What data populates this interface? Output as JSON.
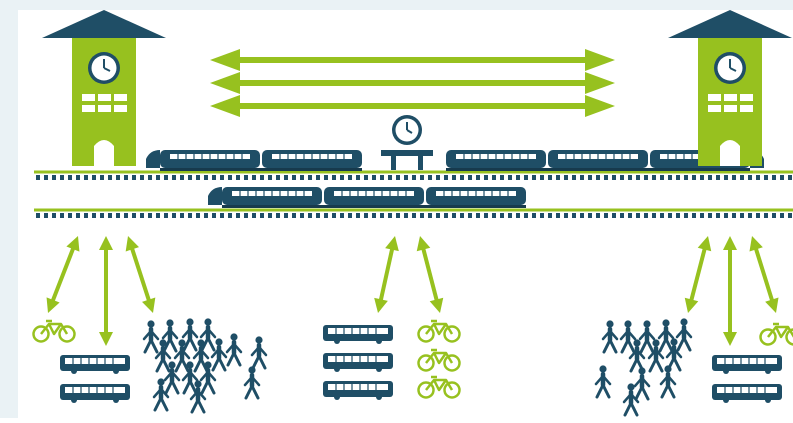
{
  "colors": {
    "background": "#ffffff",
    "edge_tint": "#eaf2f5",
    "lime": "#97c11f",
    "navy": "#1f4e66",
    "dark_navy": "#173a4d",
    "window": "#ffffff"
  },
  "diagram": {
    "left_station": {
      "icon": "station-building-icon",
      "has_clock": true
    },
    "right_station": {
      "icon": "station-building-icon",
      "has_clock": true
    },
    "middle_stop": {
      "icon": "platform-shelter-icon",
      "has_clock": true
    },
    "top_arrows": {
      "count": 3,
      "direction": "both"
    },
    "tracks": {
      "count": 2,
      "style": "lime-rail-with-navy-sleepers"
    },
    "upper_track_trains": [
      {
        "id": "train-a",
        "cars": 2,
        "direction": "left"
      },
      {
        "id": "train-b",
        "cars": 3,
        "direction": "right"
      }
    ],
    "lower_track_trains": [
      {
        "id": "train-c",
        "cars": 3,
        "direction": "left"
      }
    ],
    "connection_groups": [
      {
        "id": "left",
        "arrows": 3,
        "bikes": 1,
        "buses": 2,
        "people": 16
      },
      {
        "id": "middle",
        "arrows": 2,
        "bikes": 3,
        "buses": 3,
        "people": 0
      },
      {
        "id": "right",
        "arrows": 3,
        "bikes": 1,
        "buses": 2,
        "people": 12
      }
    ]
  }
}
